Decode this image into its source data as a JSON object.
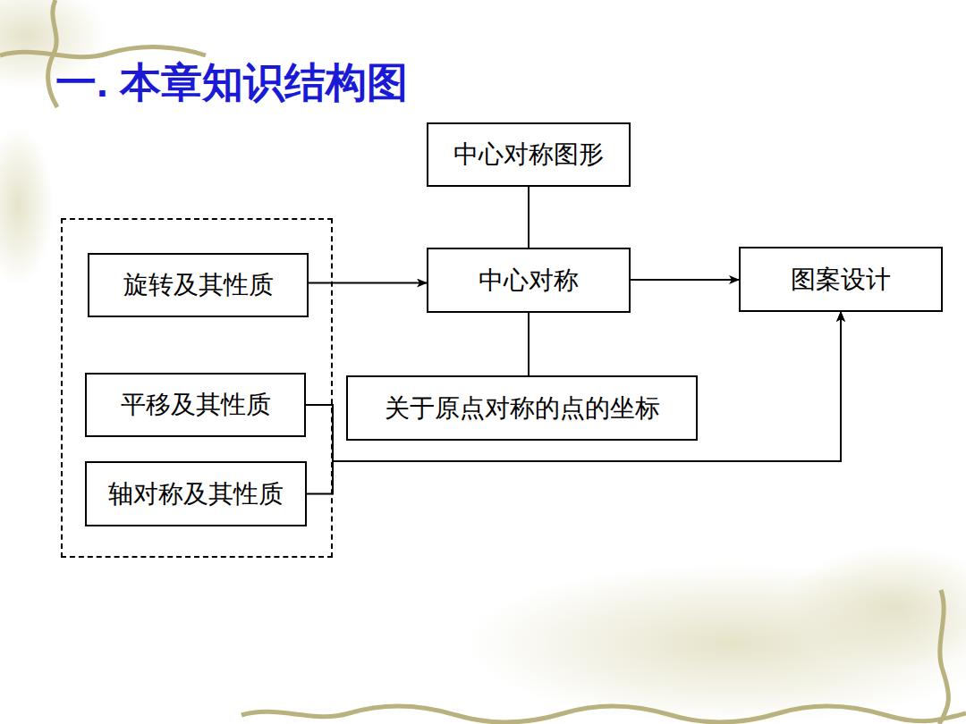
{
  "diagram": {
    "title": "一. 本章知识结构图",
    "nodes": [
      {
        "text": [
          "中心对称图形"
        ]
      },
      {
        "text": [
          "旋转及其性质"
        ]
      },
      {
        "text": [
          "中心对称"
        ]
      },
      {
        "text": [
          "图案设计"
        ]
      },
      {
        "text": [
          "平移及其性质"
        ]
      },
      {
        "text": [
          "关于原点对称的点的坐标"
        ]
      },
      {
        "text": [
          "轴对称及其性质"
        ]
      }
    ],
    "edges": [
      {
        "from": 0,
        "to": 2,
        "arrow": "none"
      },
      {
        "from": 1,
        "to": 2,
        "arrow": "to"
      },
      {
        "from": 2,
        "to": 3,
        "arrow": "to"
      },
      {
        "from": 2,
        "to": 5,
        "arrow": "none"
      },
      {
        "from": 4,
        "to": 3,
        "arrow": "to"
      },
      {
        "from": 6,
        "to": 3,
        "arrow": "to"
      }
    ]
  }
}
